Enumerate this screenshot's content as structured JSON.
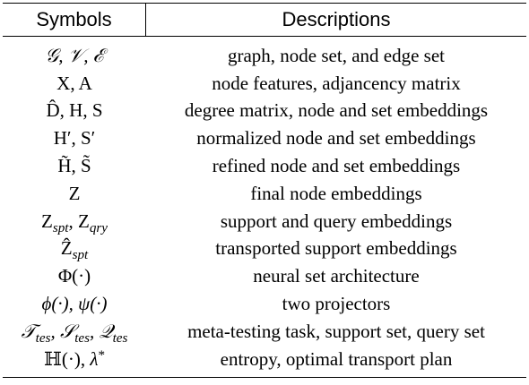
{
  "table": {
    "headers": {
      "symbols": "Symbols",
      "descriptions": "Descriptions"
    },
    "rows": [
      {
        "symbol": "𝒢, 𝒱, ℰ",
        "description": "graph, node set, and edge set"
      },
      {
        "symbol": "X, A",
        "description": "node features, adjancency matrix"
      },
      {
        "symbol": "D̂, H, S",
        "description": "degree matrix, node and set embeddings"
      },
      {
        "symbol": "H′, S′",
        "description": "normalized node and set embeddings"
      },
      {
        "symbol": "H̃, S̃",
        "description": "refined node and set embeddings"
      },
      {
        "symbol": "Z",
        "description": "final node embeddings"
      },
      {
        "symbol": "Zspt, Zqry",
        "description": "support and query embeddings"
      },
      {
        "symbol": "Ẑspt",
        "description": "transported support embeddings"
      },
      {
        "symbol": "Φ(·)",
        "description": "neural set architecture"
      },
      {
        "symbol": "ϕ(·), ψ(·)",
        "description": "two projectors"
      },
      {
        "symbol": "𝒯tes, 𝒮tes, 𝒬tes",
        "description": "meta-testing task, support set, query set"
      },
      {
        "symbol": "ℍ(·), λ*",
        "description": "entropy, optimal transport plan"
      }
    ]
  }
}
